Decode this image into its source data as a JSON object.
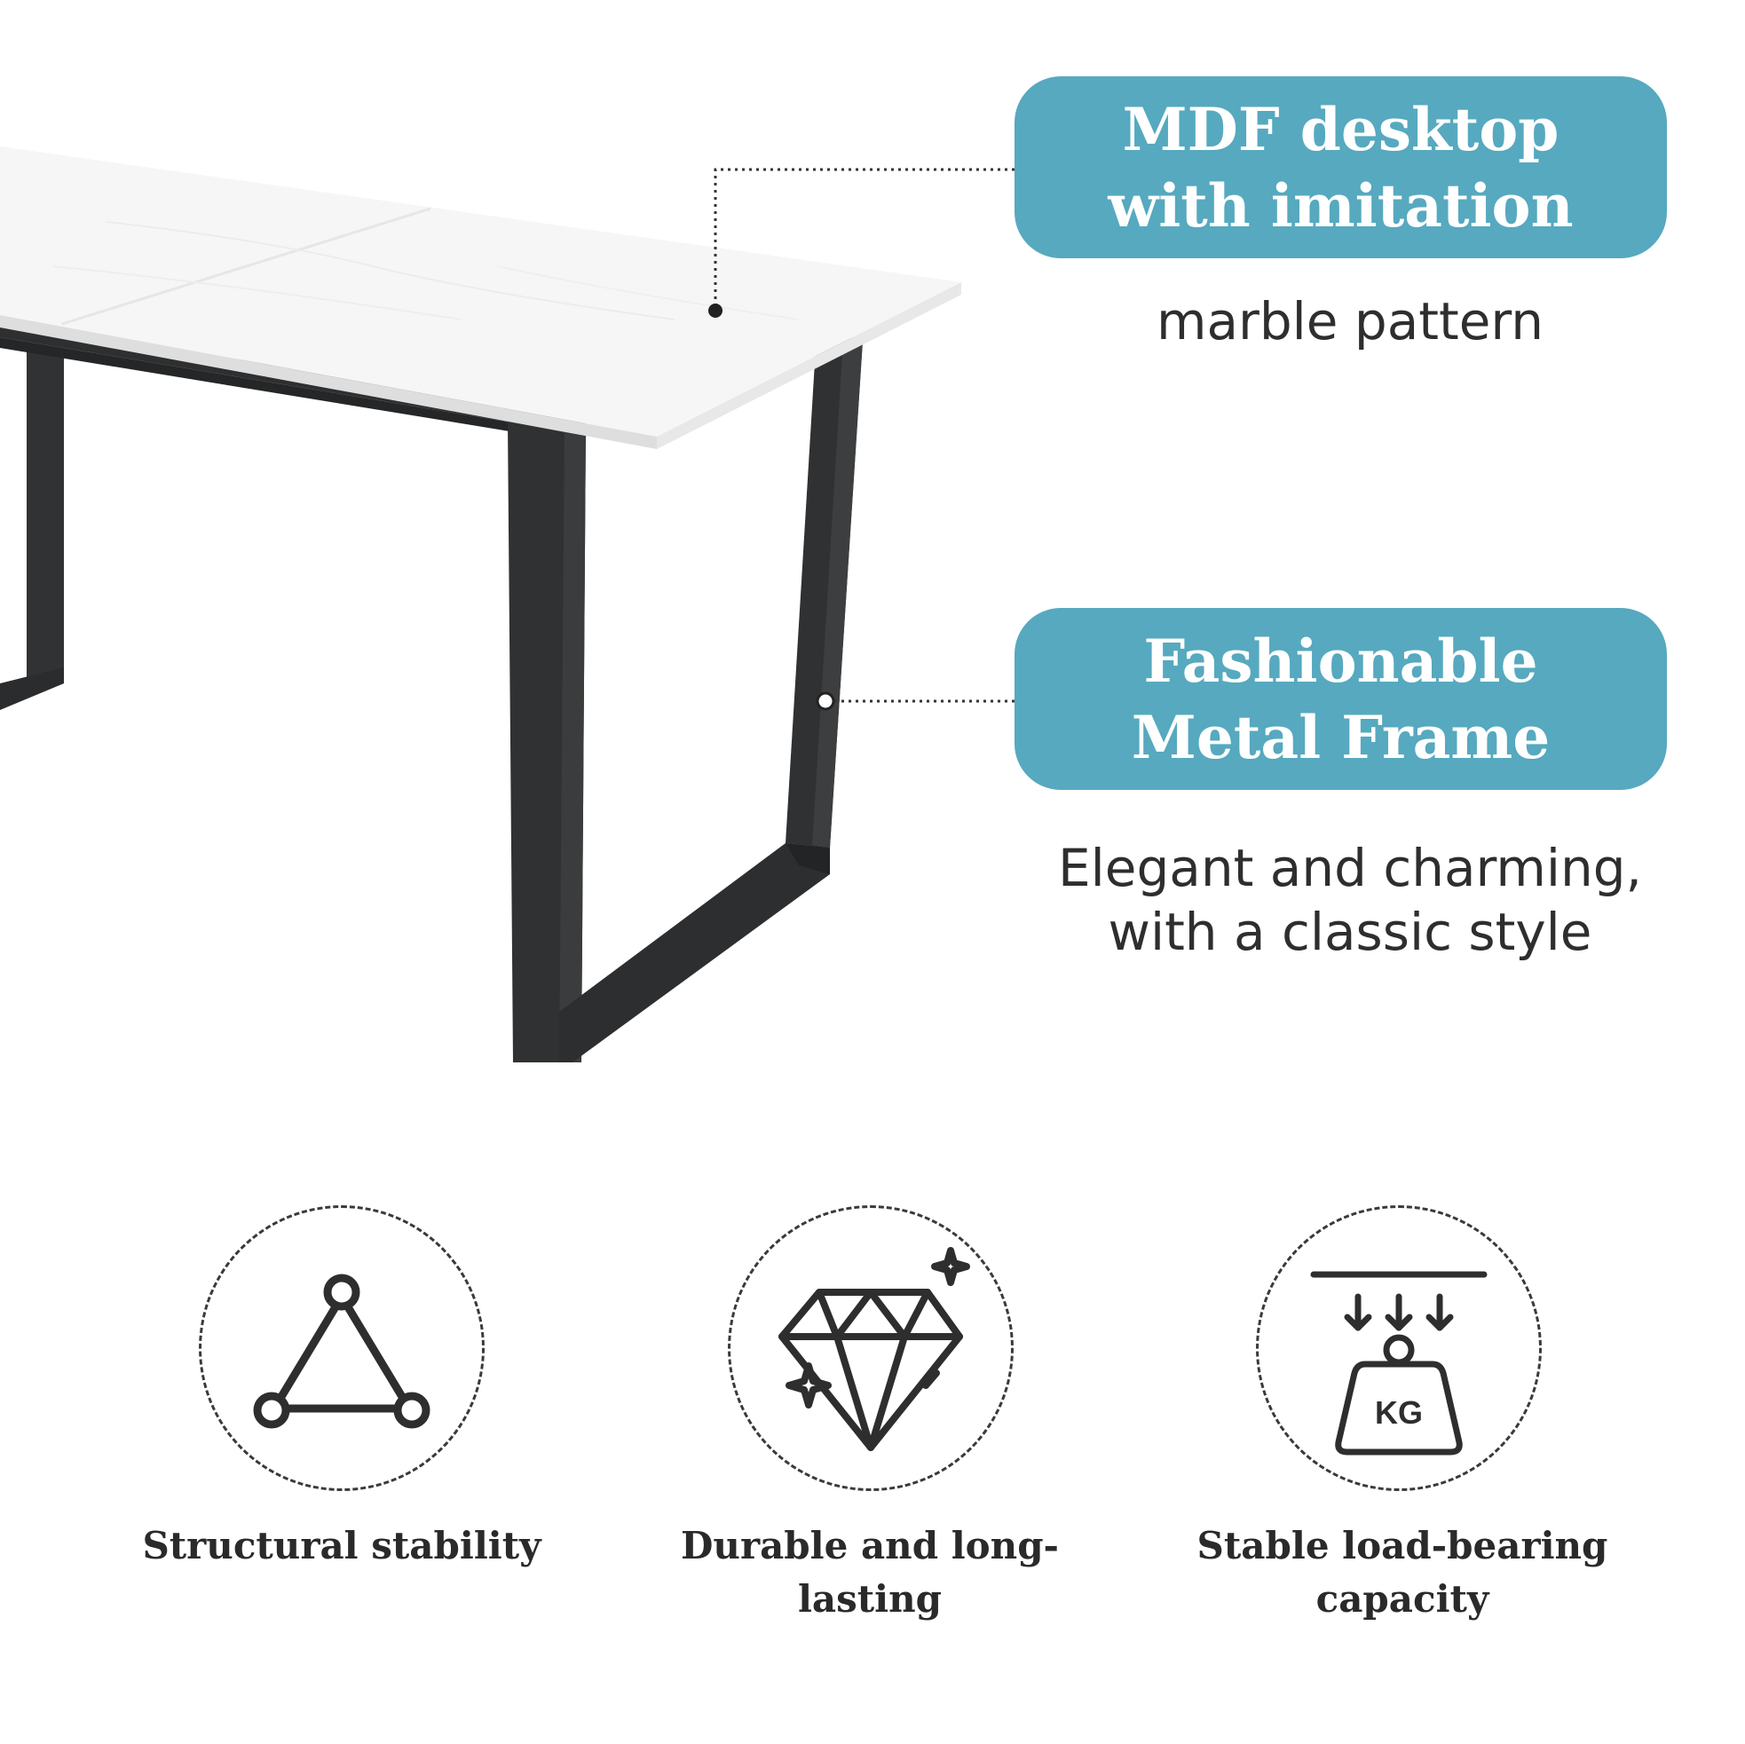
{
  "callouts": [
    {
      "title_lines": [
        "MDF desktop",
        "with imitation"
      ],
      "caption_lines": [
        "marble pattern"
      ]
    },
    {
      "title_lines": [
        "Fashionable",
        "Metal Frame"
      ],
      "caption_lines": [
        "Elegant and charming,",
        "with a classic style"
      ]
    }
  ],
  "features": [
    {
      "icon": "triangle-nodes-icon",
      "label_lines": [
        "Structural stability"
      ]
    },
    {
      "icon": "diamond-icon",
      "label_lines": [
        "Durable and long-lasting"
      ]
    },
    {
      "icon": "weight-kg-icon",
      "label_lines": [
        "Stable load-bearing",
        "capacity"
      ],
      "icon_text": "KG"
    }
  ],
  "colors": {
    "accent": "#56a9bf",
    "frame": "#2f3132",
    "text": "#2b2b2b",
    "background": "#ffffff"
  }
}
